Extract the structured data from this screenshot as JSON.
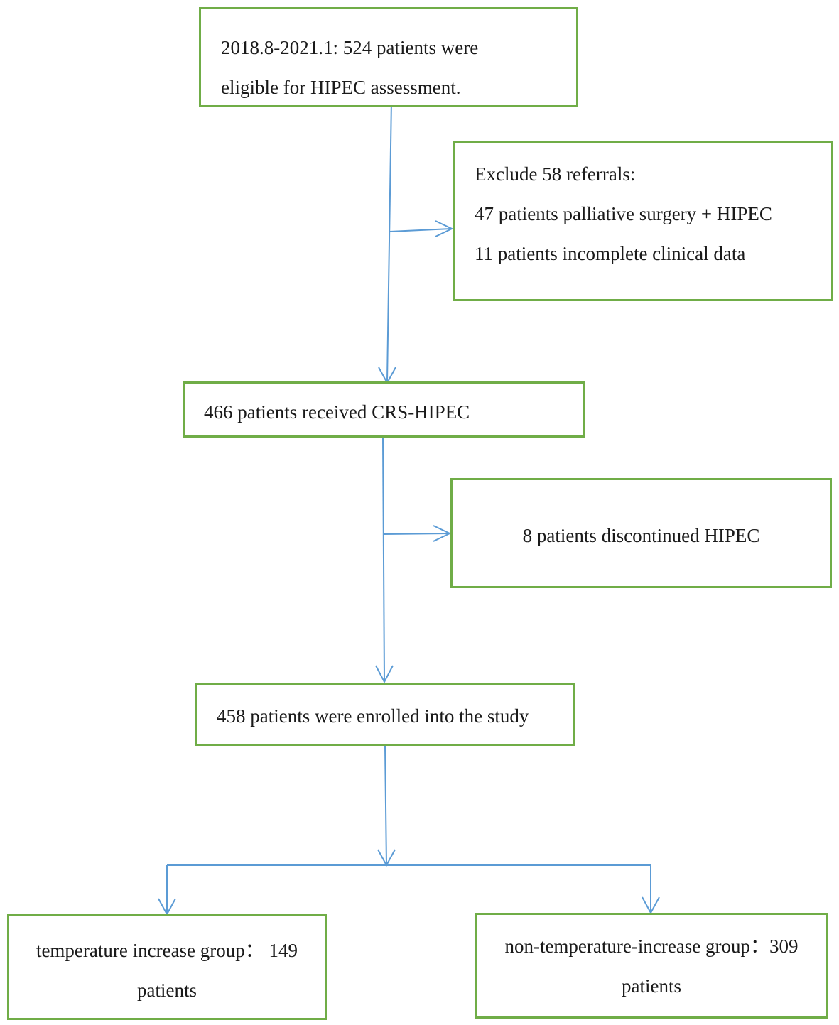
{
  "nodes": {
    "start": {
      "line1": "2018.8-2021.1: 524 patients were",
      "line2": "eligible for HIPEC assessment."
    },
    "exclude": {
      "line1": "Exclude 58 referrals:",
      "line2": "47 patients palliative surgery + HIPEC",
      "line3": "11 patients incomplete clinical data"
    },
    "crs": {
      "line1": "466 patients received CRS-HIPEC"
    },
    "discontinued": {
      "line1": "8 patients discontinued HIPEC"
    },
    "enrolled": {
      "line1": "458 patients were enrolled into the study"
    },
    "temp_group": {
      "line1": "temperature increase group： 149",
      "line2": "patients"
    },
    "nontemp_group": {
      "line1": "non-temperature-increase group：309",
      "line2": "patients"
    }
  },
  "colors": {
    "box_border": "#70ad47",
    "arrow": "#5b9bd5",
    "text": "#1a1a1a"
  }
}
